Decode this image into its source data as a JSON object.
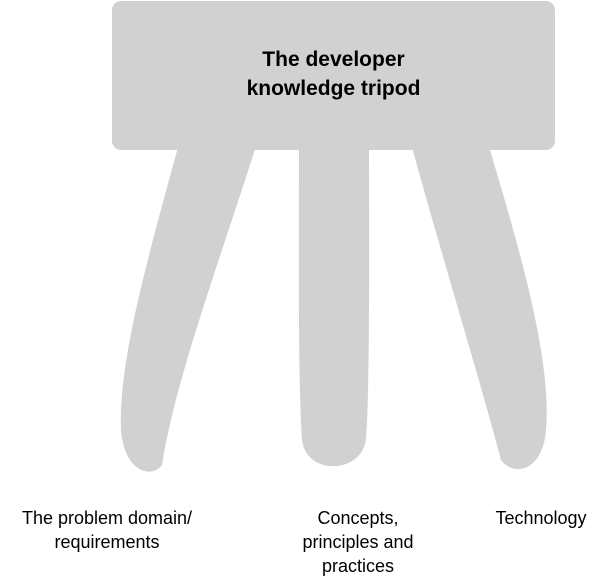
{
  "title": "The developer knowledge tripod",
  "legs": [
    {
      "label": "The problem domain/ requirements"
    },
    {
      "label": "Concepts, principles and practices"
    },
    {
      "label": "Technology"
    }
  ],
  "colors": {
    "shape_fill": "#d1d1d1",
    "text": "#000000",
    "background": "#ffffff"
  }
}
